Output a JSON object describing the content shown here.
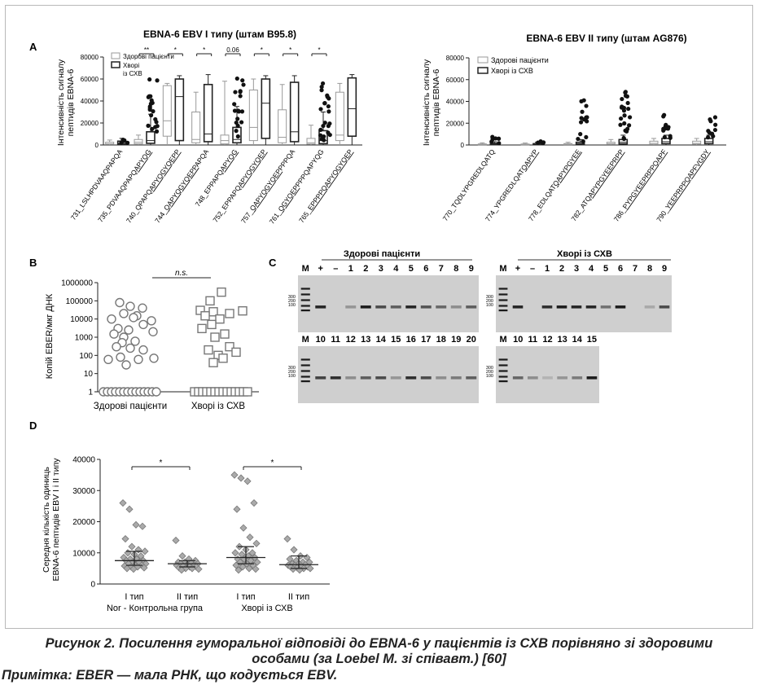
{
  "panelA": {
    "letter": "A",
    "left": {
      "title": "EBNA-6 EBV I типу (штам B95.8)",
      "ylabel": [
        "Інтенсивність сигналу",
        "пептидів EBNA-6"
      ],
      "legend": [
        "Здорові пацієнти",
        "Хворі",
        "із СХВ"
      ],
      "yticks": [
        "0",
        "20000",
        "40000",
        "60000",
        "80000"
      ],
      "peptides": [
        {
          "pre": "731_LSLHPDVAAQPAPQA",
          "ul": ""
        },
        {
          "pre": "735_PDVAAQPAPQ",
          "ul": "APYQG"
        },
        {
          "pre": "740_QPAPQ",
          "ul": "APYQGYQEPP"
        },
        {
          "pre": "744_",
          "ul": "QAPYQGYQEPP",
          "post": "APQA"
        },
        {
          "pre": "748_EPPAPQ",
          "ul": "APYQG"
        },
        {
          "pre": "752_EPPAPQ",
          "ul": "APYQGYQEP"
        },
        {
          "pre": "757_",
          "ul": "QAPYQGYQEP",
          "post": "PPPQA"
        },
        {
          "pre": "761_",
          "ul": "QGYQEP",
          "post": "PPPQAPYQG"
        },
        {
          "pre": "765_",
          "ul": "EPPPPQAPYQGYQEP"
        }
      ],
      "sig": [
        "**",
        "*",
        "*",
        "0.06",
        "*",
        "*",
        "*"
      ]
    },
    "right": {
      "title": "EBNA-6 EBV II типу (штам AG876)",
      "ylabel": [
        "Інтенсивність сигналу",
        "пептидів EBNA-6"
      ],
      "legend": [
        "Здорові пацієнти",
        "Хворі із СХВ"
      ],
      "yticks": [
        "0",
        "20000",
        "40000",
        "60000",
        "80000"
      ],
      "peptides": [
        {
          "pre": "770_TQDLYPGREDLQATQ",
          "ul": ""
        },
        {
          "pre": "774_YPGREDLQAT",
          "ul": "QAPYP"
        },
        {
          "pre": "778_EDLQAT",
          "ul": "QAPYPGYEE"
        },
        {
          "pre": "782_ATQ",
          "ul": "APYPGYEEPRPP"
        },
        {
          "pre": "786_",
          "ul": "PYPGYEEPRPPQAPF"
        },
        {
          "pre": "790_",
          "ul": "YEEPRPPQAPFVGDY"
        }
      ]
    }
  },
  "panelB": {
    "letter": "B",
    "ylabel": "Копій EBER/мкг ДНК",
    "yticks": [
      "1",
      "10",
      "100",
      "1000",
      "10000",
      "100000",
      "1000000"
    ],
    "groups": [
      "Здорові пацієнти",
      "Хворі із СХВ"
    ],
    "sig": "n.s."
  },
  "panelC": {
    "letter": "C",
    "headers": [
      "Здорові пацієнти",
      "Хворі із СХВ"
    ],
    "gel1_lanes": [
      "M",
      "+",
      "–",
      "1",
      "2",
      "3",
      "4",
      "5",
      "6",
      "7",
      "8",
      "9"
    ],
    "gel2_lanes": [
      "M",
      "+",
      "–",
      "1",
      "2",
      "3",
      "4",
      "5",
      "6",
      "7",
      "8",
      "9"
    ],
    "gel3_lanes": [
      "M",
      "10",
      "11",
      "12",
      "13",
      "14",
      "15",
      "16",
      "17",
      "18",
      "19",
      "20"
    ],
    "gel4_lanes": [
      "M",
      "10",
      "11",
      "12",
      "13",
      "14",
      "15"
    ],
    "marker": [
      "300",
      "200",
      "100"
    ]
  },
  "panelD": {
    "letter": "D",
    "ylabel": [
      "Середня кількість одиниць",
      "EBNA-6 пептидів EBV I і II типу"
    ],
    "yticks": [
      "0",
      "10000",
      "20000",
      "30000",
      "40000"
    ],
    "xticks": [
      "I тип",
      "II тип",
      "I тип",
      "II тип"
    ],
    "groups": [
      "Nor - Контрольна група",
      "Хворі із СХВ"
    ],
    "sig": [
      "*",
      "*"
    ]
  },
  "caption": [
    "Рисунок 2. Посилення гуморальної відповіді до EBNA-6 у пацієнтів із СХВ порівняно зі здоровими",
    "особами (за Loebel M. зі співавт.) [60]"
  ],
  "note": "Примітка: EBER — мала РНК, що кодується EBV."
}
